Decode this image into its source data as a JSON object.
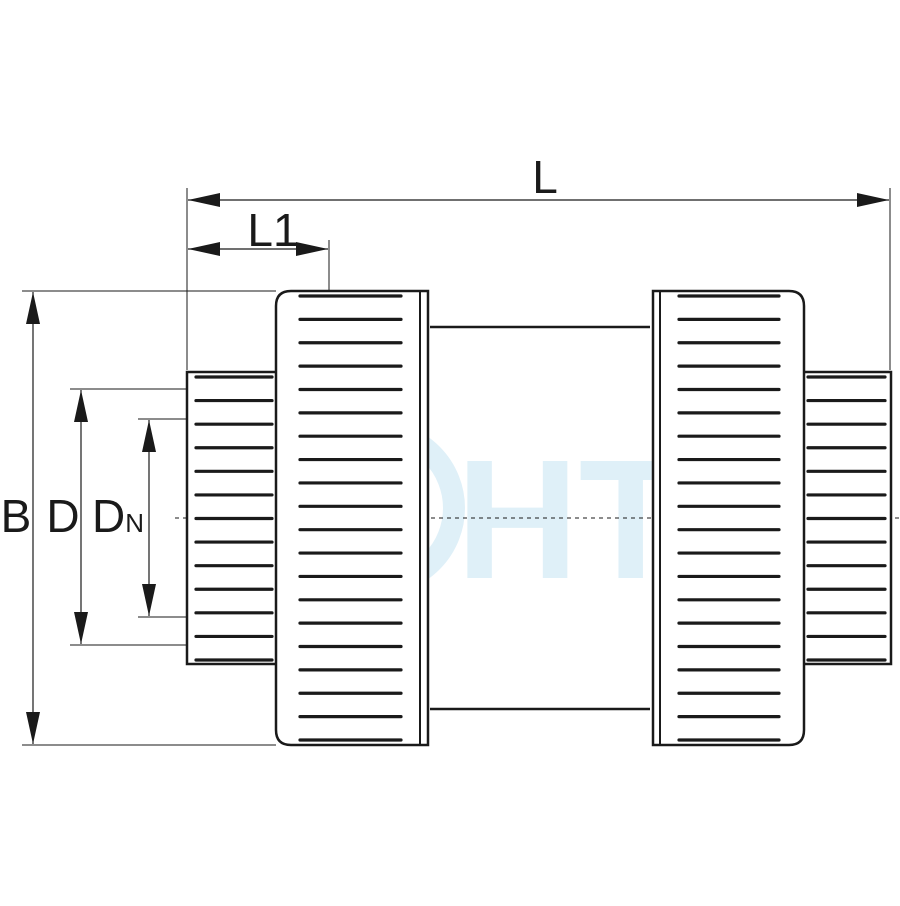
{
  "diagram": {
    "dimension_labels": {
      "L": "L",
      "L1": "L1",
      "B": "B",
      "D": "D",
      "DN_main": "D",
      "DN_sub": "N"
    },
    "watermark": "HTC",
    "colors": {
      "line": "#1a1a1a",
      "watermark": "#dff0f8",
      "background": "#ffffff"
    }
  }
}
